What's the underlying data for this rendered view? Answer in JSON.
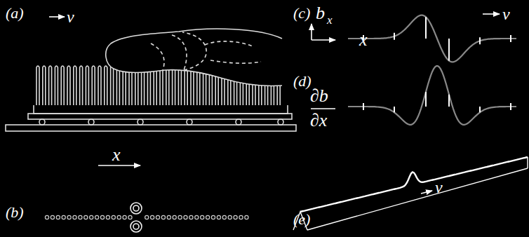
{
  "diagram": {
    "labels": [
      "(a)",
      "v",
      "x",
      "(b)",
      "(c)",
      "b",
      "x",
      "x",
      "v",
      "(d)",
      "∂b",
      "∂x",
      "(e)",
      "v"
    ]
  }
}
